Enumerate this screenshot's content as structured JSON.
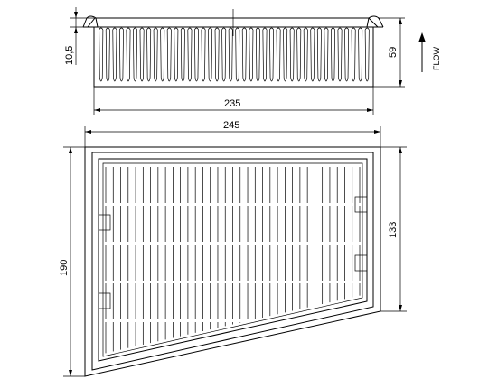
{
  "side_view": {
    "dim_height": "10,5",
    "dim_total": "59",
    "dim_width": "235",
    "flow_label": "FLOW"
  },
  "top_view": {
    "dim_width": "245",
    "dim_height": "190",
    "dim_side": "133"
  },
  "colors": {
    "line": "#000000",
    "background": "#ffffff"
  }
}
